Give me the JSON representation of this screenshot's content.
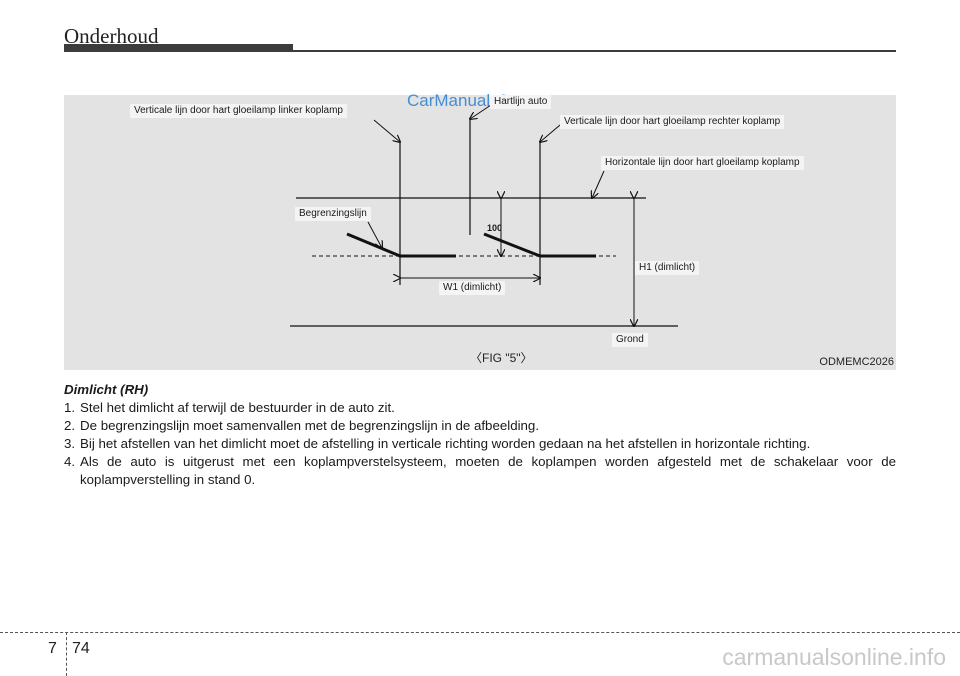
{
  "header": {
    "title": "Onderhoud"
  },
  "figure": {
    "watermark": "CarManuals2.com",
    "labels": {
      "left_vertical": "Verticale lijn door hart gloeilamp linker koplamp",
      "center_line": "Hartlijn auto",
      "right_vertical": "Verticale lijn door hart gloeilamp rechter koplamp",
      "horizontal": "Horizontale lijn door hart gloeilamp koplamp",
      "cutoff": "Begrenzingslijn",
      "value_100": "100",
      "h1": "H1 (dimlicht)",
      "w1": "W1 (dimlicht)",
      "ground": "Grond"
    },
    "caption": "〈FIG \"5\"〉",
    "code": "ODMEMC2026"
  },
  "content": {
    "subtitle": "Dimlicht (RH)",
    "steps": [
      {
        "num": "1.",
        "text": "Stel het dimlicht af terwijl de bestuurder in de auto zit."
      },
      {
        "num": "2.",
        "text": "De begrenzingslijn moet samenvallen met de begrenzingslijn in de afbeelding."
      },
      {
        "num": "3.",
        "text": "Bij het afstellen van het dimlicht moet de afstelling in verticale richting worden gedaan na het afstellen in horizontale richting."
      },
      {
        "num": "4.",
        "text": "Als de auto is uitgerust met een koplampverstelsysteem, moeten de koplampen worden afgesteld met de schakelaar voor de koplampverstelling in stand 0."
      }
    ]
  },
  "footer": {
    "chapter": "7",
    "page": "74",
    "site": "carmanualsonline.info"
  }
}
